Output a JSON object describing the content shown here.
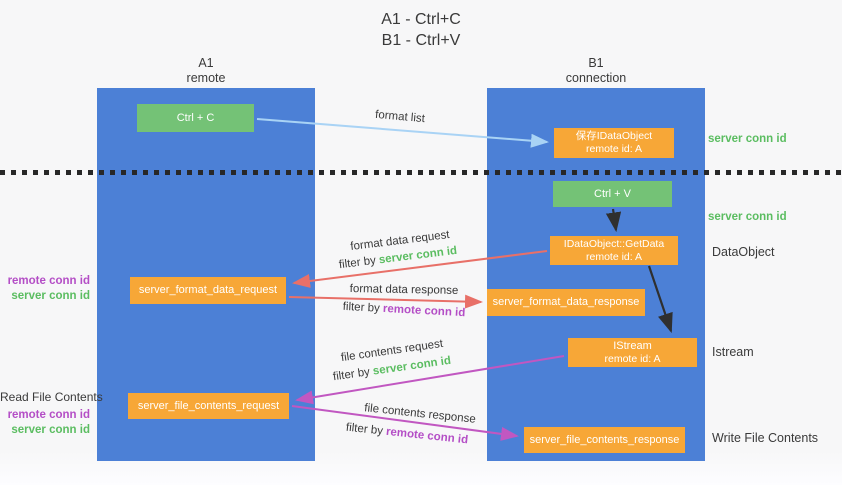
{
  "title": {
    "line1": "A1 - Ctrl+C",
    "line2": "B1 - Ctrl+V"
  },
  "lanes": {
    "left": {
      "header_top": "A1",
      "header_bottom": "remote"
    },
    "right": {
      "header_top": "B1",
      "header_bottom": "connection"
    }
  },
  "boxes": {
    "ctrl_c": {
      "label": "Ctrl + C"
    },
    "save_dataobject": {
      "line1": "保存IDataObject",
      "line2": "remote id: A"
    },
    "ctrl_v": {
      "label": "Ctrl + V"
    },
    "getdata": {
      "line1": "IDataObject::GetData",
      "line2": "remote id: A"
    },
    "format_request": {
      "label": "server_format_data_request"
    },
    "format_response": {
      "label": "server_format_data_response"
    },
    "istream": {
      "line1": "IStream",
      "line2": "remote id: A"
    },
    "file_request": {
      "label": "server_file_contents_request"
    },
    "file_response": {
      "label": "server_file_contents_response"
    }
  },
  "annotations": {
    "server_conn_id_top": "server conn id",
    "server_conn_id_mid": "server conn id",
    "dataobject": "DataObject",
    "istream": "Istream",
    "write_file_contents": "Write File Contents",
    "read_file_contents": "Read File Contents",
    "left_top": {
      "remote_conn_id": "remote conn id",
      "server_conn_id": "server conn id"
    },
    "left_bottom": {
      "remote_conn_id": "remote conn id",
      "server_conn_id": "server conn id"
    }
  },
  "arrow_labels": {
    "format_list": "format list",
    "format_data_request": "format data request",
    "filter_by_server_1": {
      "prefix": "filter by ",
      "highlight": "server conn id"
    },
    "format_data_response": "format data response",
    "filter_by_remote_1": {
      "prefix": "filter by ",
      "highlight": "remote conn id"
    },
    "file_contents_request": "file contents request",
    "filter_by_server_2": {
      "prefix": "filter by ",
      "highlight": "server conn id"
    },
    "file_contents_response": "file contents response",
    "filter_by_remote_2": {
      "prefix": "filter by ",
      "highlight": "remote conn id"
    }
  },
  "colors": {
    "lane_blue": "#4c80d6",
    "box_orange": "#f7a737",
    "box_green": "#74c276",
    "text_green": "#5bbd61",
    "text_purple": "#b44ec6",
    "arrow_red": "#e87068",
    "arrow_magenta": "#c157c1",
    "arrow_lightblue": "#a9d3f5",
    "arrow_black": "#2f2f2f"
  }
}
